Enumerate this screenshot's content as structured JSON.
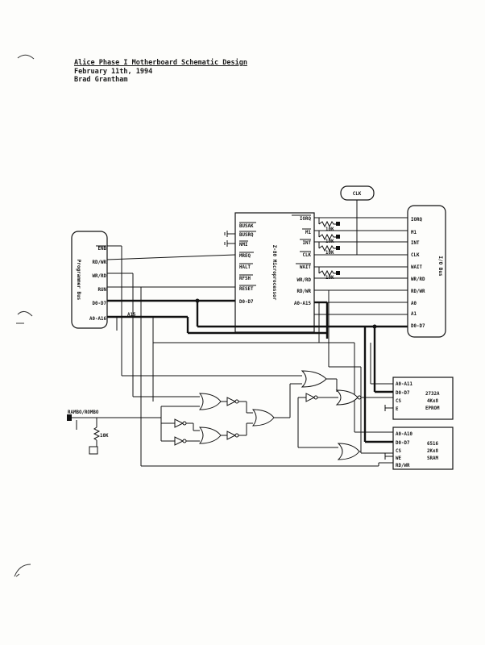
{
  "header": {
    "title": "Alice Phase I Motherboard Schematic Design",
    "date": "February 11th, 1994",
    "author": "Brad Grantham"
  },
  "programmer_bus": {
    "name": "Programmer Bus",
    "pins": [
      "ENB",
      "RD/WR",
      "WR/RD",
      "RUN",
      "D0-D7",
      "A0-A16"
    ]
  },
  "cpu": {
    "name": "Z-80 Microprocessor",
    "left_pins": [
      "BUSAK",
      "BUSRQ",
      "NMI",
      "MREQ",
      "HALT",
      "RFSH",
      "RESET",
      "D0-D7"
    ],
    "right_pins": [
      "IORQ",
      "M1",
      "INT",
      "CLK",
      "WAIT",
      "WR/RD",
      "RD/WR",
      "A0-A15"
    ]
  },
  "io_bus": {
    "name": "I/O Bus",
    "pins": [
      "IORQ",
      "M1",
      "INT",
      "CLK",
      "WAIT",
      "WR/RD",
      "RD/WR",
      "A0",
      "A1",
      "D0-D7"
    ]
  },
  "clock": {
    "label": "CLK"
  },
  "resistors": {
    "value": "10K"
  },
  "a15_label": "A15",
  "switch_label": "RAMBO/ROMBO",
  "eprom": {
    "pins": [
      "A0-A11",
      "D0-D7",
      "CS",
      "E"
    ],
    "part": "2732A",
    "size": "4Kx8",
    "type": "EPROM"
  },
  "sram": {
    "pins": [
      "A0-A10",
      "D0-D7",
      "CS",
      "WE",
      "RD/WR"
    ],
    "part": "6516",
    "size": "2Kx8",
    "type": "SRAM"
  }
}
